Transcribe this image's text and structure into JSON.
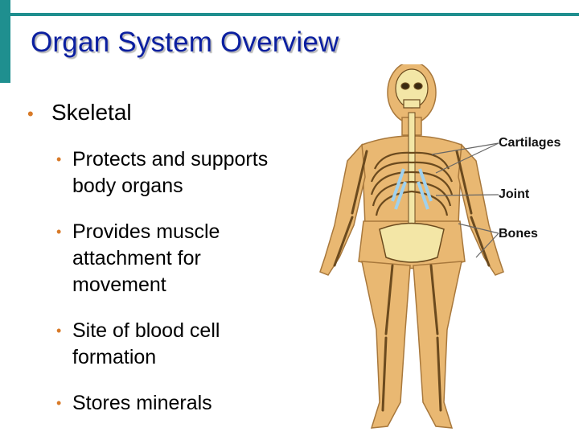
{
  "title": "Organ System Overview",
  "main_bullet": "Skeletal",
  "sub_bullets": [
    "Protects and supports body organs",
    "Provides muscle attachment for movement",
    "Site of blood cell formation",
    "Stores minerals"
  ],
  "figure_labels": {
    "cartilages": "Cartilages",
    "joint": "Joint",
    "bones": "Bones"
  },
  "colors": {
    "accent_bar": "#1f8f8f",
    "title": "#0b1fa0",
    "bullet": "#d87a28",
    "body": "#e9b872",
    "bone": "#f3e6a6",
    "cartilage": "#9fd1ee"
  }
}
